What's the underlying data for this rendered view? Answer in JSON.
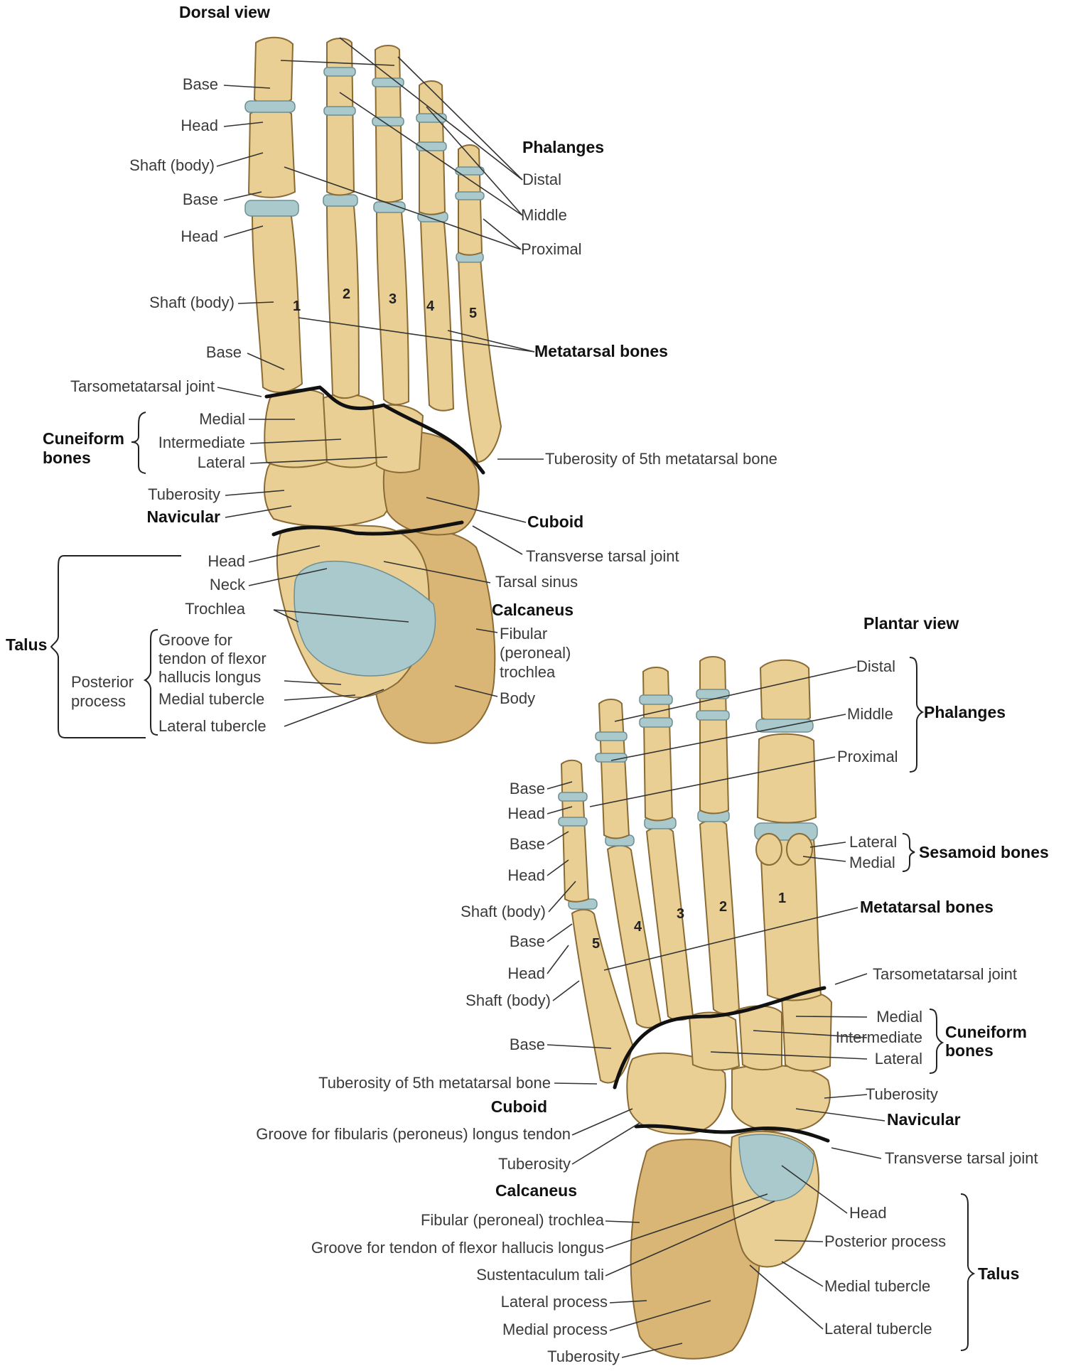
{
  "dorsal": {
    "title": "Dorsal view",
    "phalanges_heading": "Phalanges",
    "phalanges": {
      "distal": "Distal",
      "middle": "Middle",
      "proximal": "Proximal"
    },
    "hallux": {
      "base1": "Base",
      "head1": "Head",
      "shaft1": "Shaft (body)",
      "base2": "Base",
      "head2": "Head"
    },
    "metatarsal": {
      "shaft": "Shaft (body)",
      "base": "Base",
      "heading": "Metatarsal bones",
      "numbers": [
        "1",
        "2",
        "3",
        "4",
        "5"
      ]
    },
    "tarsometatarsal_joint": "Tarsometatarsal joint",
    "cuneiform": {
      "heading": "Cuneiform bones",
      "medial": "Medial",
      "intermediate": "Intermediate",
      "lateral": "Lateral"
    },
    "tuberosity_5th": "Tuberosity of 5th metatarsal bone",
    "navicular": {
      "tuberosity": "Tuberosity",
      "heading": "Navicular"
    },
    "cuboid": "Cuboid",
    "transverse_tarsal_joint": "Transverse tarsal joint",
    "talus": {
      "heading": "Talus",
      "head": "Head",
      "neck": "Neck",
      "trochlea": "Trochlea",
      "posterior_process": "Posterior process",
      "groove": "Groove for tendon of flexor hallucis longus",
      "medial_tubercle": "Medial tubercle",
      "lateral_tubercle": "Lateral tubercle"
    },
    "tarsal_sinus": "Tarsal sinus",
    "calcaneus": {
      "heading": "Calcaneus",
      "fibular_trochlea": "Fibular (peroneal) trochlea",
      "body": "Body"
    }
  },
  "plantar": {
    "title": "Plantar view",
    "phalanges_heading": "Phalanges",
    "phalanges": {
      "distal": "Distal",
      "middle": "Middle",
      "proximal": "Proximal"
    },
    "sesamoid": {
      "heading": "Sesamoid bones",
      "lateral": "Lateral",
      "medial": "Medial"
    },
    "metatarsal": {
      "heading": "Metatarsal bones",
      "numbers": [
        "1",
        "2",
        "3",
        "4",
        "5"
      ]
    },
    "fifth_digit": {
      "base1": "Base",
      "head1": "Head",
      "base2": "Base",
      "head2": "Head",
      "shaft1": "Shaft (body)",
      "base3": "Base",
      "head3": "Head",
      "shaft2": "Shaft (body)",
      "base4": "Base"
    },
    "tuberosity_5th": "Tuberosity of 5th metatarsal bone",
    "tarsometatarsal_joint": "Tarsometatarsal joint",
    "cuneiform": {
      "heading": "Cuneiform bones",
      "medial": "Medial",
      "intermediate": "Intermediate",
      "lateral": "Lateral"
    },
    "cuboid": {
      "heading": "Cuboid",
      "groove": "Groove for fibularis (peroneus) longus tendon",
      "tuberosity": "Tuberosity"
    },
    "navicular": {
      "tuberosity": "Tuberosity",
      "heading": "Navicular"
    },
    "transverse_tarsal_joint": "Transverse tarsal joint",
    "calcaneus": {
      "heading": "Calcaneus",
      "fibular_trochlea": "Fibular (peroneal) trochlea",
      "groove": "Groove for tendon of flexor hallucis longus",
      "sustentaculum": "Sustentaculum tali",
      "lateral_process": "Lateral process",
      "medial_process": "Medial process",
      "tuberosity": "Tuberosity"
    },
    "talus": {
      "heading": "Talus",
      "head": "Head",
      "posterior_process": "Posterior process",
      "medial_tubercle": "Medial tubercle",
      "lateral_tubercle": "Lateral tubercle"
    }
  }
}
